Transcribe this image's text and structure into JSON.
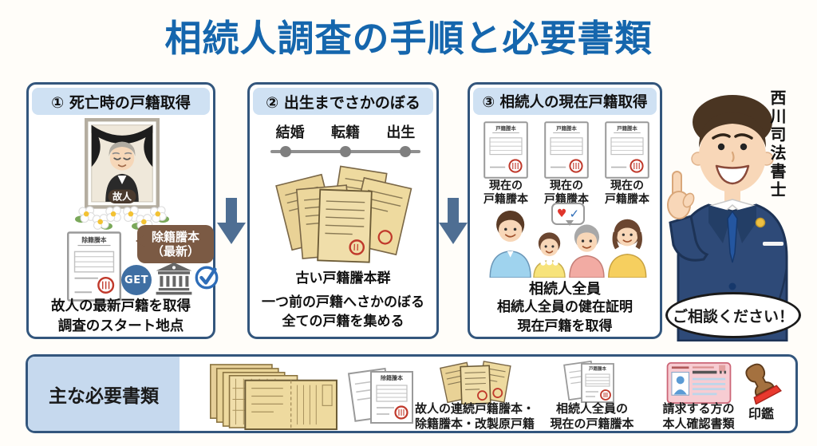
{
  "title": "相続人調査の手順と必要書類",
  "icons": {
    "heart": "♥",
    "check": "✓"
  },
  "colors": {
    "title_blue": "#1566ad",
    "panel_border": "#33567d",
    "header_bg": "#cfe1f3",
    "arrow": "#4e6e93",
    "seal_red": "#c0392b",
    "paper_tan": "#eeda9f",
    "bubble_brown": "#7b5a44",
    "suit_navy": "#2e4a78",
    "bottom_label_bg": "#c6d9ee"
  },
  "steps": [
    {
      "heading": "① 死亡時の戸籍取得",
      "portrait_label": "故人",
      "doc_header": "除籍謄本",
      "bubble_line1": "除籍謄本",
      "bubble_line2": "（最新）",
      "get_label": "GET",
      "caption_line1": "故人の最新戸籍を取得",
      "caption_line2": "調査のスタート地点"
    },
    {
      "heading": "② 出生までさかのぼる",
      "timeline": [
        "結婚",
        "転籍",
        "出生"
      ],
      "docs_label": "古い戸籍謄本群",
      "caption_line1": "一つ前の戸籍へさかのぼる",
      "caption_line2": "全ての戸籍を集める"
    },
    {
      "heading": "③ 相続人の現在戸籍取得",
      "doc_header": "戸籍謄本",
      "doc_caption_line1": "現在の",
      "doc_caption_line2": "戸籍謄本",
      "family_label": "相続人全員",
      "caption_line1": "相続人全員の健在証明",
      "caption_line2": "現在戸籍を取得"
    }
  ],
  "character": {
    "name": "西川司法書士",
    "speech": "ご相談ください！"
  },
  "required_docs": {
    "label": "主な必要書類",
    "white_doc_header": "除籍謄本",
    "items": [
      {
        "line1": "故人の連続戸籍謄本・",
        "line2": "除籍謄本・改製原戸籍"
      },
      {
        "line1": "相続人全員の",
        "line2": "現在の戸籍謄本"
      },
      {
        "line1": "請求する方の",
        "line2": "本人確認書類"
      },
      {
        "line1": "印鑑",
        "line2": ""
      }
    ]
  }
}
